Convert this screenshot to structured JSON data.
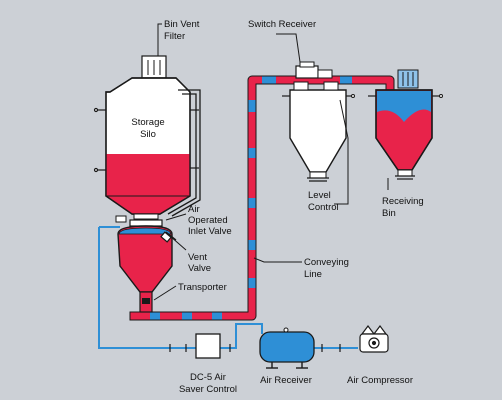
{
  "labels": {
    "bin_vent_filter": [
      "Bin Vent",
      "Filter"
    ],
    "switch_receiver": "Switch Receiver",
    "storage_silo": [
      "Storage",
      "Silo"
    ],
    "air_operated_inlet_valve": [
      "Air",
      "Operated",
      "Inlet Valve"
    ],
    "vent_valve": [
      "Vent",
      "Valve"
    ],
    "transporter": "Transporter",
    "level_control": [
      "Level",
      "Control"
    ],
    "receiving_bin": [
      "Receiving",
      "Bin"
    ],
    "conveying_line": [
      "Conveying",
      "Line"
    ],
    "dc5_air_saver_control": [
      "DC-5 Air",
      "Saver Control"
    ],
    "air_receiver": "Air Receiver",
    "air_compressor": "Air Compressor"
  },
  "colors": {
    "background": "#ccd0d6",
    "material": "#e8234a",
    "air": "#2e8fd6",
    "outline": "#1a1a1a",
    "vessel": "#ffffff"
  }
}
